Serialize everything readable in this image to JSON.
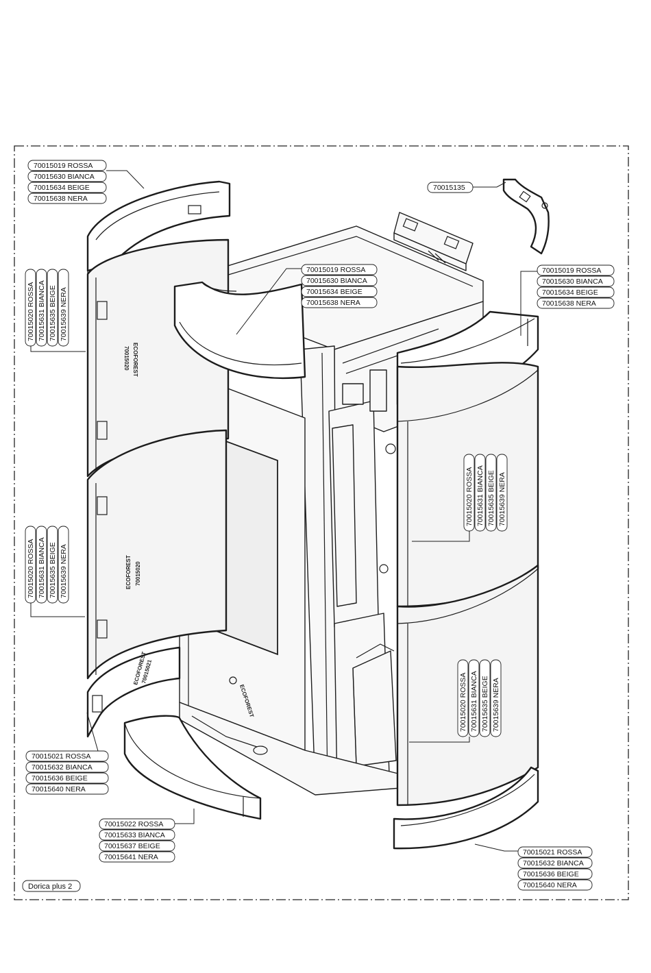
{
  "model": "Dorica plus 2",
  "groups": {
    "top_left_cover": [
      "70015019 ROSSA",
      "70015630 BIANCA",
      "70015634 BEIGE",
      "70015638  NERA"
    ],
    "top_center_cover": [
      "70015019 ROSSA",
      "70015630 BIANCA",
      "70015634 BEIGE",
      "70015638 NERA"
    ],
    "top_right_cover": [
      "70015019 ROSSA",
      "70015630 BIANCA",
      "70015634 BEIGE",
      "70015638 NERA"
    ],
    "bracket": [
      "70015135"
    ],
    "left_upper_side_panel": [
      "70015020 ROSSA",
      "70015631 BIANCA",
      "70015635 BEIGE",
      "70015639 NERA"
    ],
    "left_lower_side_panel": [
      "70015020 ROSSA",
      "70015631 BIANCA",
      "70015635 BEIGE",
      "70015639 NERA"
    ],
    "right_upper_side_panel": [
      "70015020 ROSSA",
      "70015631 BIANCA",
      "70015635 BEIGE",
      "70015639 NERA"
    ],
    "right_lower_side_panel": [
      "70015020 ROSSA",
      "70015631 BIANCA",
      "70015635 BEIGE",
      "70015639 NERA"
    ],
    "left_base_ring": [
      "70015021 ROSSA",
      "70015632 BIANCA",
      "70015636 BEIGE",
      "70015640 NERA"
    ],
    "right_base_ring": [
      "70015021 ROSSA",
      "70015632 BIANCA",
      "70015636 BEIGE",
      "70015640 NERA"
    ],
    "front_base_ring": [
      "70015022 ROSSA",
      "70015633 BIANCA",
      "70015637 BEIGE",
      "70015641 NERA"
    ]
  },
  "stamps": {
    "left_upper_code": "70015020",
    "left_lower_code": "70015020",
    "left_ring_code": "70015021"
  }
}
